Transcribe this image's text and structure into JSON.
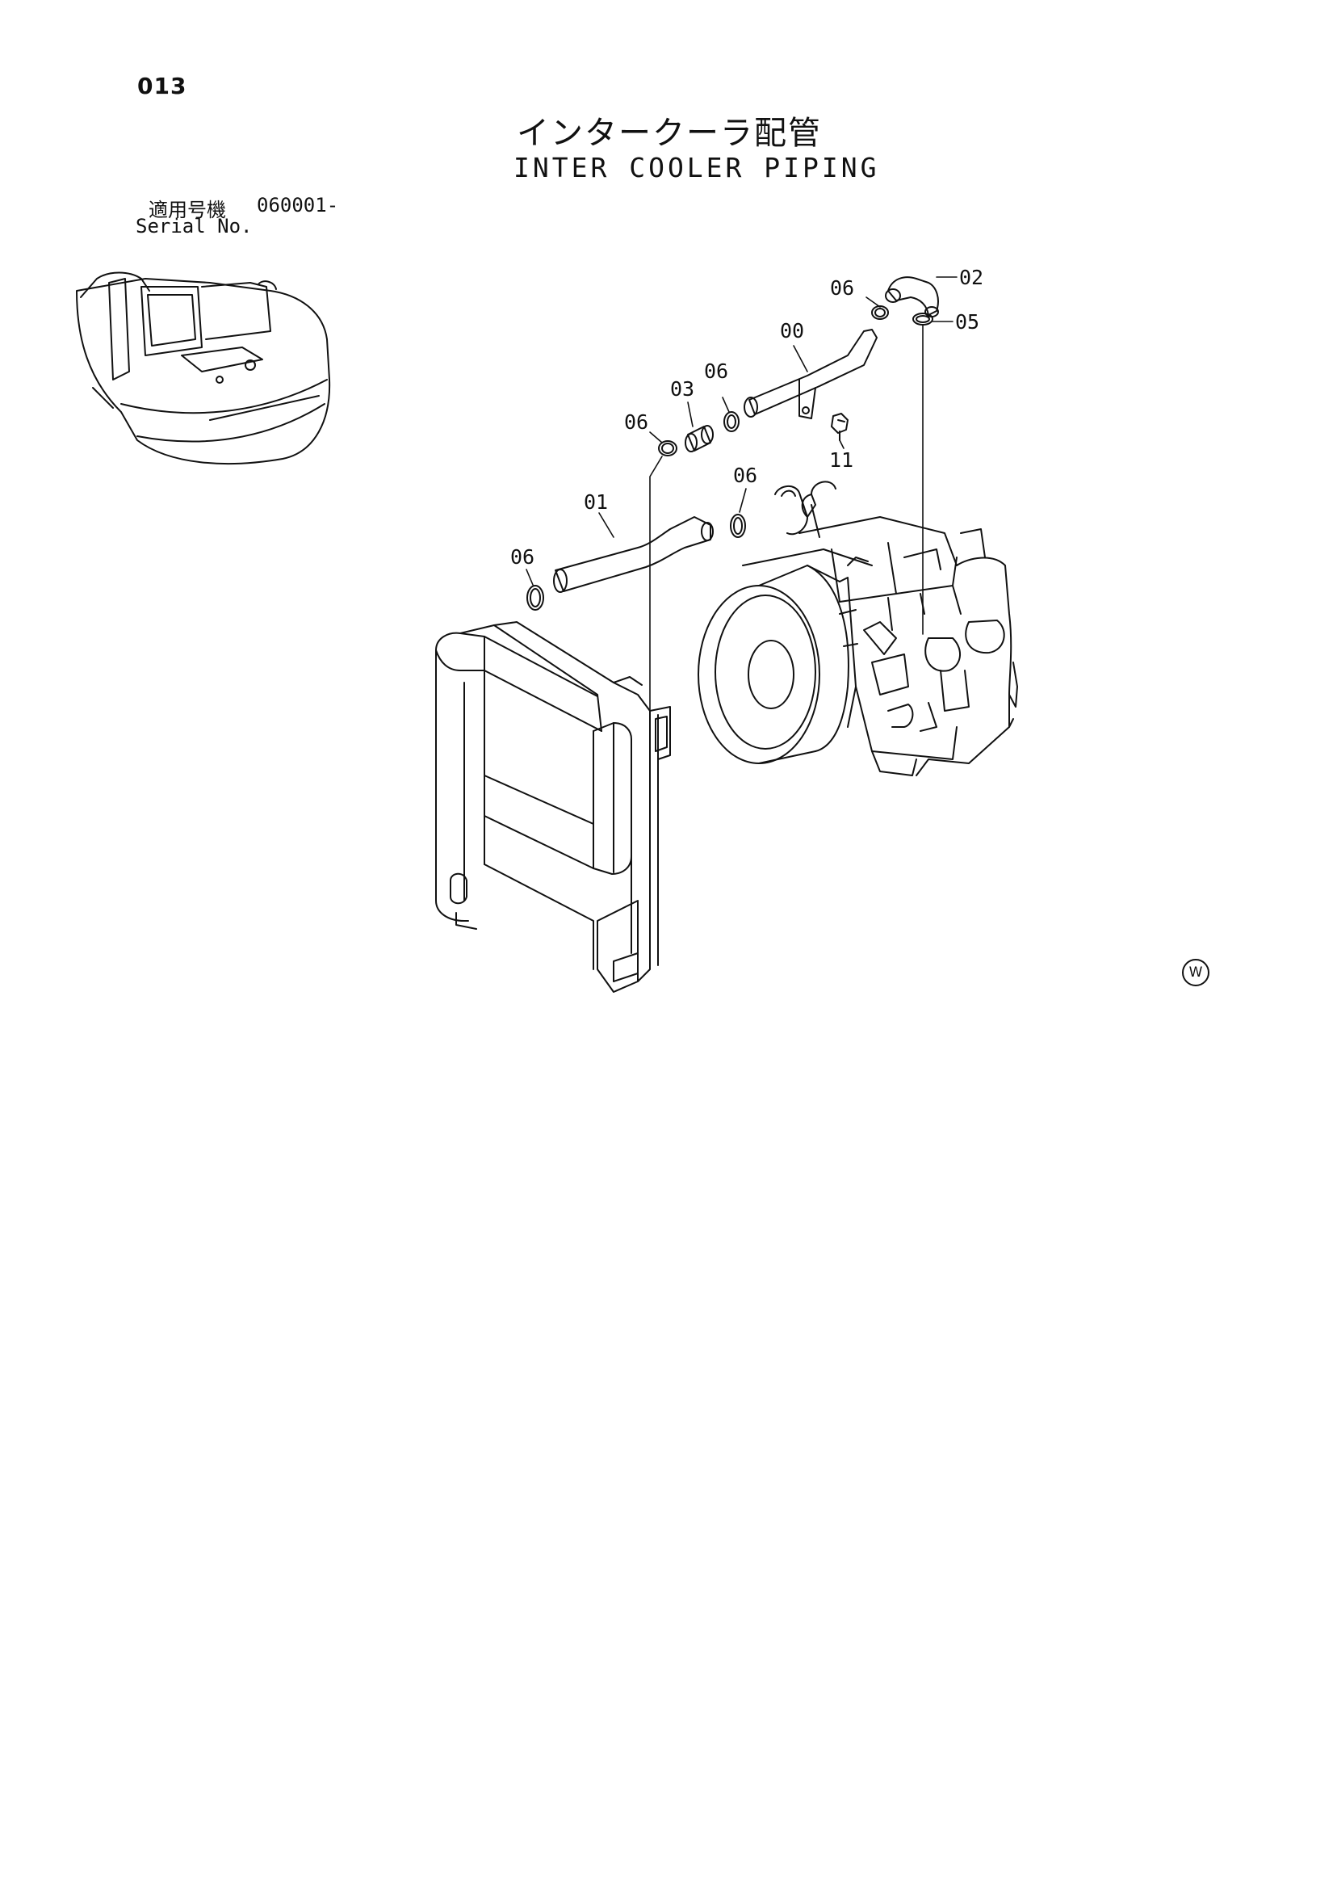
{
  "page": {
    "number": "013",
    "title_jp": "インタークーラ配管",
    "title_en": "INTER COOLER PIPING",
    "serial_label_jp": "適用号機",
    "serial_value": "060001-",
    "serial_label_en": "Serial No.",
    "watermark_symbol": "W"
  },
  "callouts": [
    "02",
    "06",
    "05",
    "00",
    "06",
    "03",
    "06",
    "11",
    "01",
    "06",
    "06"
  ]
}
